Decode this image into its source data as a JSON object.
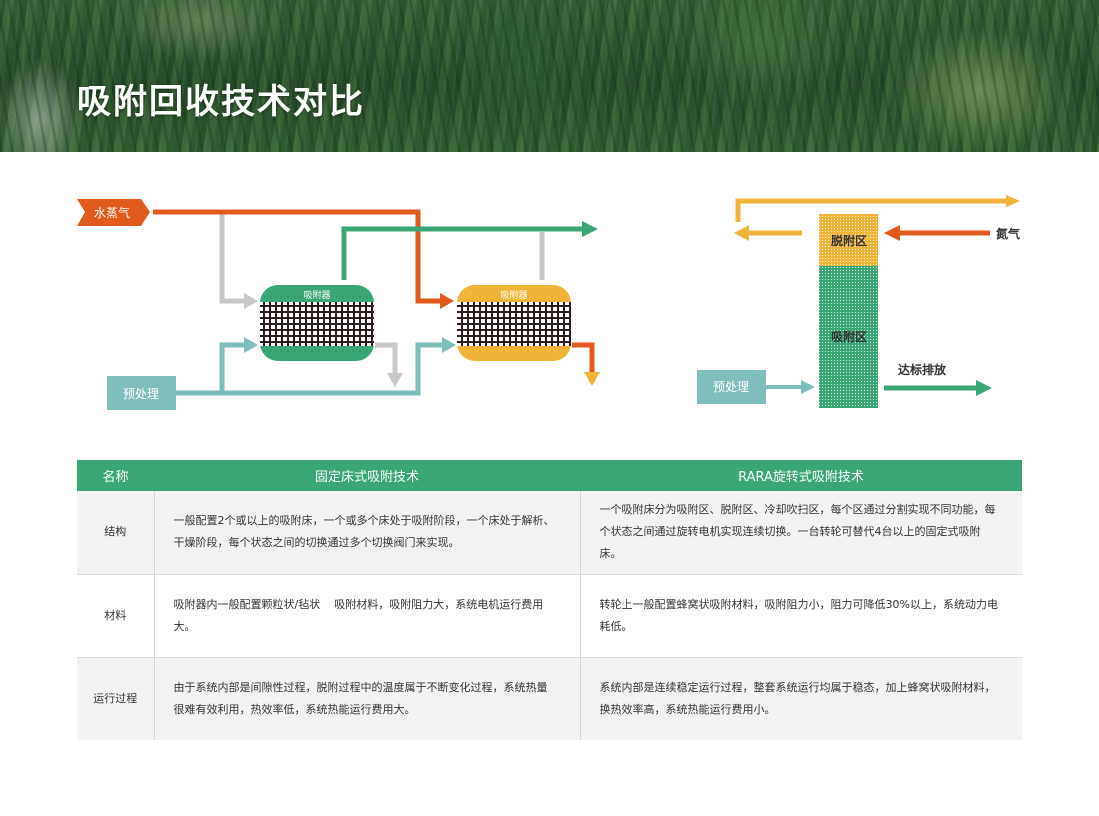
{
  "header": {
    "title": "吸附回收技术对比"
  },
  "diagram_left": {
    "steam_label": "水蒸气",
    "pretreat_label": "预处理",
    "adsorber_1_label": "吸附器",
    "adsorber_2_label": "吸附器"
  },
  "diagram_right": {
    "desorption_zone": "脱附区",
    "adsorption_zone": "吸附区",
    "nitrogen_label": "氮气",
    "pretreat_label": "预处理",
    "discharge_label": "达标排放"
  },
  "colors": {
    "green": "#3aa676",
    "orange": "#e05a1e",
    "yellow": "#f0b43a",
    "teal": "#7fbfbb",
    "gray": "#c8c8c8",
    "dark": "#2b1e1e"
  },
  "table": {
    "headers": [
      "名称",
      "固定床式吸附技术",
      "RARA旋转式吸附技术"
    ],
    "rows": [
      {
        "name": "结构",
        "fixed": "一般配置2个或以上的吸附床，一个或多个床处于吸附阶段，一个床处于解析、干燥阶段，每个状态之间的切换通过多个切换阀门来实现。",
        "rara": "一个吸附床分为吸附区、脱附区、冷却吹扫区，每个区通过分割实现不同功能，每个状态之间通过旋转电机实现连续切换。一台转轮可替代4台以上的固定式吸附床。"
      },
      {
        "name": "材料",
        "fixed": "吸附器内一般配置颗粒状/毡状    吸附材料，吸附阻力大，系统电机运行费用大。",
        "rara": "转轮上一般配置蜂窝状吸附材料，吸附阻力小，阻力可降低30%以上，系统动力电耗低。"
      },
      {
        "name": "运行过程",
        "fixed": "由于系统内部是间隙性过程，脱附过程中的温度属于不断变化过程，系统热量很难有效利用，热效率低，系统热能运行费用大。",
        "rara": "系统内部是连续稳定运行过程，整套系统运行均属于稳态，加上蜂窝状吸附材料，换热效率高，系统热能运行费用小。"
      }
    ]
  }
}
